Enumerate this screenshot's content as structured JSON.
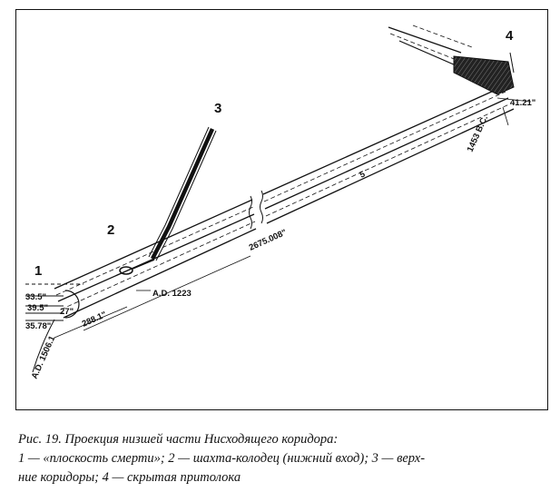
{
  "diagram": {
    "callouts": [
      "1",
      "2",
      "3",
      "4"
    ],
    "dimensions": {
      "ad_1223": "A.D. 1223",
      "len_2675": "2675.008\"",
      "len_1453": "1453 B.C.",
      "len_41": "41.21\"",
      "len_288": "288.1\"",
      "ad_1506": "A.D. 1506.1",
      "left_top": "33.5\"",
      "left_mid": "39.5\"",
      "left_low": "35.78\"",
      "small_27": "27\"",
      "small_5": "5"
    }
  },
  "caption": {
    "line1": "Рис. 19. Проекция низшей части Нисходящего коридора:",
    "line2": "1 — «плоскость смерти»; 2 — шахта-колодец (нижний вход); 3 — верх-",
    "line3": "ние коридоры; 4 — скрытая притолока"
  }
}
